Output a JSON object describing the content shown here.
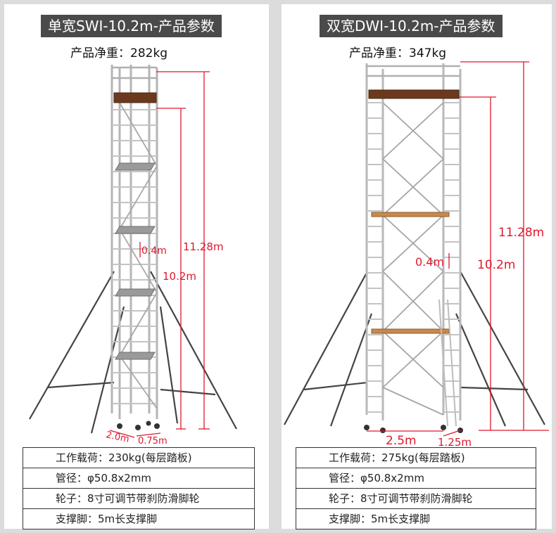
{
  "left": {
    "title": "单宽SWI-10.2m-产品参数",
    "weight": "产品净重：282kg",
    "dims": {
      "total_height": "11.28m",
      "platform_height": "10.2m",
      "rung": "0.4m",
      "length": "2.0m",
      "width": "0.75m"
    },
    "specs": [
      "工作载荷：230kg(每层踏板)",
      "管径：φ50.8x2mm",
      "轮子：8寸可调节带刹防滑脚轮",
      "支撑脚：5m长支撑脚"
    ]
  },
  "right": {
    "title": "双宽DWI-10.2m-产品参数",
    "weight": "产品净重：347kg",
    "dims": {
      "total_height": "11.28m",
      "platform_height": "10.2m",
      "rung": "0.4m",
      "length": "2.5m",
      "width": "1.25m"
    },
    "specs": [
      "工作载荷：275kg(每层踏板)",
      "管径：φ50.8x2mm",
      "轮子：8寸可调节带刹防滑脚轮",
      "支撑脚：5m长支撑脚"
    ]
  },
  "colors": {
    "dimension": "#e0182d",
    "title_bar": "#4a4a4a",
    "frame": "#b8b8b8",
    "platform": "#6b3a1e"
  }
}
